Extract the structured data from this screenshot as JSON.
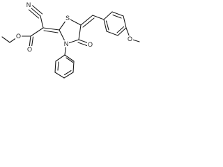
{
  "molecule": {
    "atoms": {
      "nitrile_n": "N",
      "ring_s": "S",
      "ring_n": "N",
      "ketone_o": "O",
      "ester_carbonyl_o": "O",
      "ester_ether_o": "O",
      "methoxy_o": "O"
    }
  }
}
